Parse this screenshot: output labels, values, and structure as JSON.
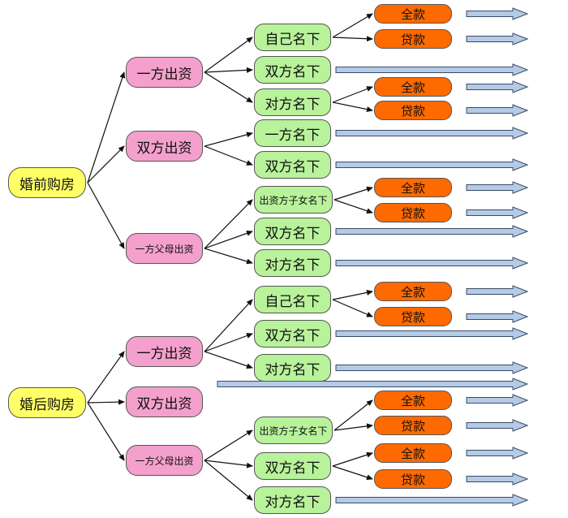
{
  "diagram": {
    "roots": [
      {
        "id": "r1",
        "label": "婚前购房"
      },
      {
        "id": "r2",
        "label": "婚后购房"
      }
    ],
    "level1": [
      {
        "id": "a1",
        "label": "一方出资"
      },
      {
        "id": "a2",
        "label": "双方出资"
      },
      {
        "id": "a3",
        "label": "一方父母出资"
      },
      {
        "id": "b1",
        "label": "一方出资"
      },
      {
        "id": "b2",
        "label": "双方出资"
      },
      {
        "id": "b3",
        "label": "一方父母出资"
      }
    ],
    "level2": [
      {
        "id": "a1c1",
        "label": "自己名下"
      },
      {
        "id": "a1c2",
        "label": "双方名下"
      },
      {
        "id": "a1c3",
        "label": "对方名下"
      },
      {
        "id": "a2c1",
        "label": "一方名下"
      },
      {
        "id": "a2c2",
        "label": "双方名下"
      },
      {
        "id": "a3c1",
        "label": "出资方子女名下"
      },
      {
        "id": "a3c2",
        "label": "双方名下"
      },
      {
        "id": "a3c3",
        "label": "对方名下"
      },
      {
        "id": "b1c1",
        "label": "自己名下"
      },
      {
        "id": "b1c2",
        "label": "双方名下"
      },
      {
        "id": "b1c3",
        "label": "对方名下"
      },
      {
        "id": "b3c1",
        "label": "出资方子女名下"
      },
      {
        "id": "b3c2",
        "label": "双方名下"
      },
      {
        "id": "b3c3",
        "label": "对方名下"
      }
    ],
    "level3": [
      {
        "id": "p1",
        "label": "全款"
      },
      {
        "id": "p2",
        "label": "贷款"
      },
      {
        "id": "p3",
        "label": "全款"
      },
      {
        "id": "p4",
        "label": "贷款"
      },
      {
        "id": "p5",
        "label": "全款"
      },
      {
        "id": "p6",
        "label": "贷款"
      },
      {
        "id": "p7",
        "label": "全款"
      },
      {
        "id": "p8",
        "label": "贷款"
      },
      {
        "id": "p9",
        "label": "全款"
      },
      {
        "id": "p10",
        "label": "贷款"
      },
      {
        "id": "p11",
        "label": "全款"
      },
      {
        "id": "p12",
        "label": "贷款"
      }
    ],
    "colors": {
      "root": "#ffff66",
      "level1": "#f4a0cc",
      "level2": "#b8f29a",
      "level3": "#ff6a00",
      "arrow_fill": "#b4cbe6",
      "arrow_stroke": "#3a4a66"
    }
  }
}
